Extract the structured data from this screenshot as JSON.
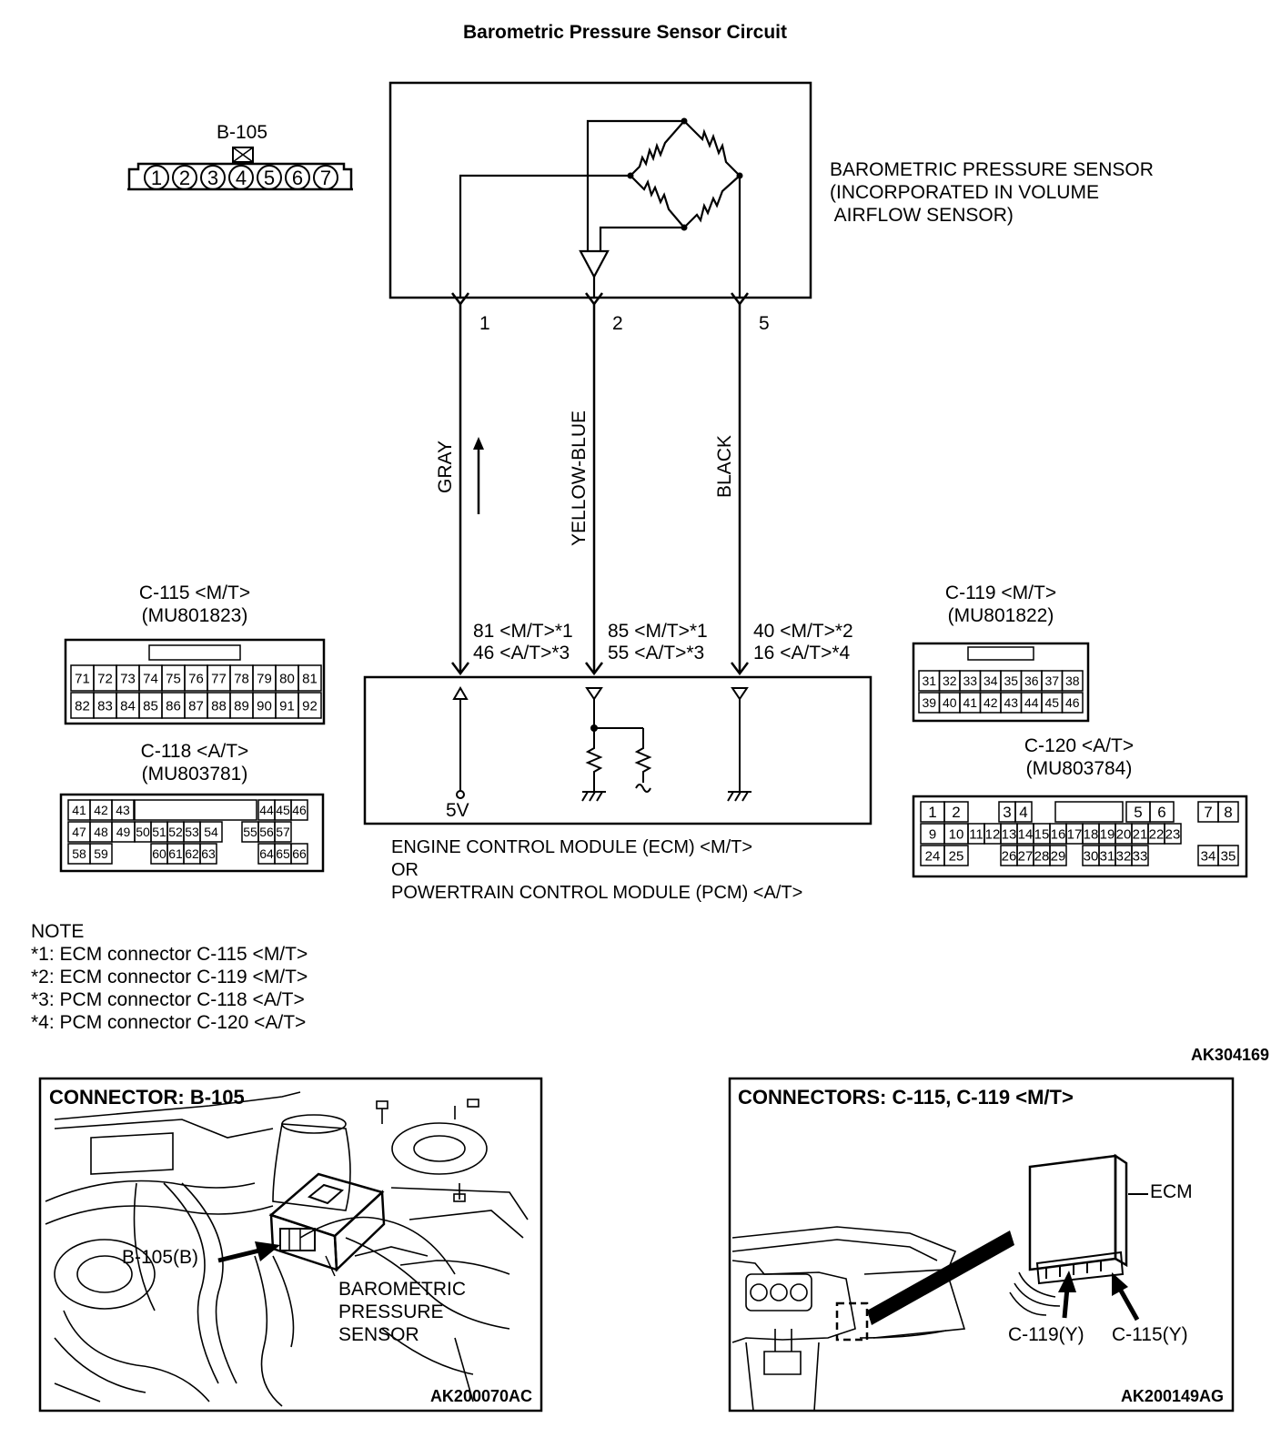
{
  "title": "Barometric Pressure Sensor Circuit",
  "sensor": {
    "label_lines": [
      "BAROMETRIC PRESSURE SENSOR",
      "(INCORPORATED IN VOLUME",
      " AIRFLOW SENSOR)"
    ],
    "pins": [
      "1",
      "2",
      "5"
    ]
  },
  "b105": {
    "label": "B-105",
    "pins": [
      "1",
      "2",
      "3",
      "4",
      "5",
      "6",
      "7"
    ]
  },
  "wires": [
    "GRAY",
    "YELLOW-BLUE",
    "BLACK"
  ],
  "ecm_pins": {
    "w1": [
      "81 <M/T>*1",
      "46 <A/T>*3"
    ],
    "w2": [
      "85 <M/T>*1",
      "55 <A/T>*3"
    ],
    "w3": [
      "40 <M/T>*2",
      "16 <A/T>*4"
    ]
  },
  "ecm": {
    "supply": "5V",
    "label_lines": [
      "ENGINE CONTROL MODULE (ECM) <M/T>",
      "OR",
      "POWERTRAIN CONTROL MODULE (PCM) <A/T>"
    ]
  },
  "c115": {
    "label": "C-115 <M/T>",
    "part": "(MU801823)",
    "row1": [
      "71",
      "72",
      "73",
      "74",
      "75",
      "76",
      "77",
      "78",
      "79",
      "80",
      "81"
    ],
    "row2": [
      "82",
      "83",
      "84",
      "85",
      "86",
      "87",
      "88",
      "89",
      "90",
      "91",
      "92"
    ]
  },
  "c118": {
    "label": "C-118 <A/T>",
    "part": "(MU803781)",
    "row1": [
      "41",
      "42",
      "43",
      "44",
      "45",
      "46"
    ],
    "row2": [
      "47",
      "48",
      "49",
      "50",
      "51",
      "52",
      "53",
      "54",
      "55",
      "56",
      "57"
    ],
    "row3": [
      "58",
      "59",
      "60",
      "61",
      "62",
      "63",
      "64",
      "65",
      "66"
    ]
  },
  "c119": {
    "label": "C-119 <M/T>",
    "part": "(MU801822)",
    "row1": [
      "31",
      "32",
      "33",
      "34",
      "35",
      "36",
      "37",
      "38"
    ],
    "row2": [
      "39",
      "40",
      "41",
      "42",
      "43",
      "44",
      "45",
      "46"
    ]
  },
  "c120": {
    "label": "C-120 <A/T>",
    "part": "(MU803784)",
    "row1": [
      "1",
      "2",
      "3",
      "4",
      "5",
      "6",
      "7",
      "8"
    ],
    "row2": [
      "9",
      "10",
      "11",
      "12",
      "13",
      "14",
      "15",
      "16",
      "17",
      "18",
      "19",
      "20",
      "21",
      "22",
      "23"
    ],
    "row3": [
      "24",
      "25",
      "26",
      "27",
      "28",
      "29",
      "30",
      "31",
      "32",
      "33",
      "34",
      "35"
    ]
  },
  "notes": {
    "heading": "NOTE",
    "items": [
      "*1: ECM connector C-115 <M/T>",
      "*2: ECM connector C-119 <M/T>",
      "*3: PCM connector C-118 <A/T>",
      "*4: PCM connector C-120 <A/T>"
    ]
  },
  "figure_code": "AK304169",
  "panel_left": {
    "title": "CONNECTOR: B-105",
    "callout": "B-105(B)",
    "label_lines": [
      "BAROMETRIC",
      "PRESSURE",
      "SENSOR"
    ],
    "code": "AK200070AC"
  },
  "panel_right": {
    "title": "CONNECTORS: C-115, C-119 <M/T>",
    "ecm": "ECM",
    "c119": "C-119(Y)",
    "c115": "C-115(Y)",
    "code": "AK200149AG"
  }
}
